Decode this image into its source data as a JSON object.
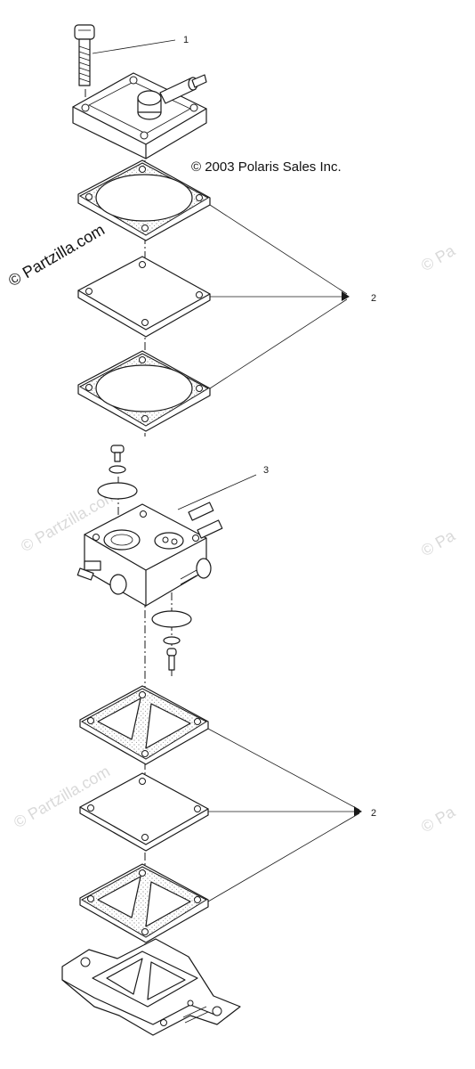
{
  "copyright": "© 2003 Polaris Sales Inc.",
  "watermark": "© Partzilla.com",
  "watermark_partial": "© Pa",
  "callouts": {
    "bolt": "1",
    "gaskets_upper": "2",
    "pump_body": "3",
    "gaskets_lower": "2"
  }
}
